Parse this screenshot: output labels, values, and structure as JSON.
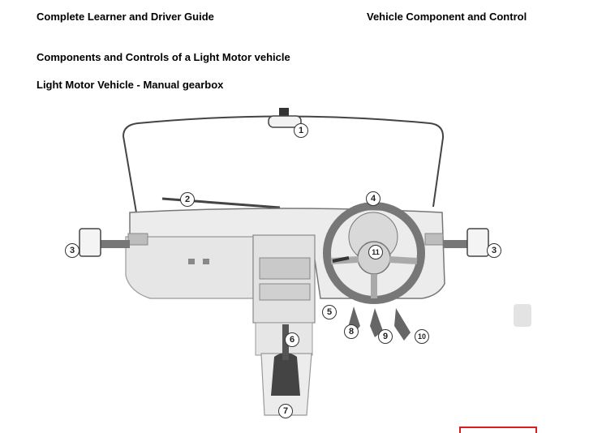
{
  "header": {
    "left": "Complete Learner and Driver Guide",
    "right": "Vehicle Component and Control"
  },
  "headings": {
    "section": "Components and Controls of a Light Motor vehicle",
    "subsection": "Light Motor Vehicle - Manual gearbox"
  },
  "diagram": {
    "labels": {
      "n1": "1",
      "n2": "2",
      "n3_left": "3",
      "n3_right": "3",
      "n4": "4",
      "n5": "5",
      "n6": "6",
      "n7": "7",
      "n8": "8",
      "n9": "9",
      "n10": "10",
      "n11": "11"
    }
  }
}
